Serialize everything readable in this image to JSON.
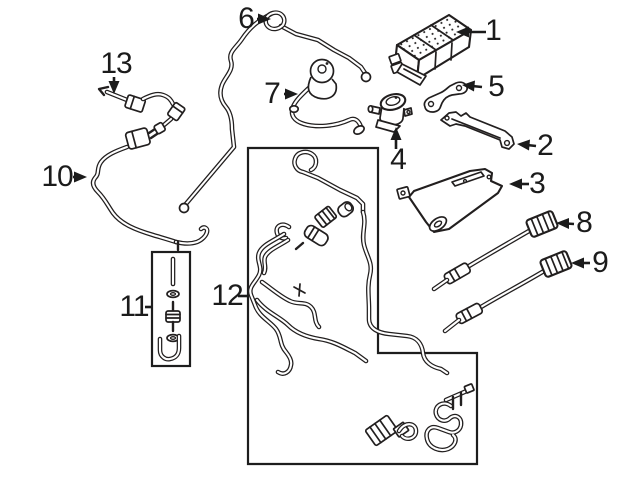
{
  "figure": {
    "type": "exploded-parts-diagram",
    "background_color": "#ffffff",
    "line_color": "#221f1f",
    "callouts": [
      {
        "label": "1"
      },
      {
        "label": "2"
      },
      {
        "label": "3"
      },
      {
        "label": "4"
      },
      {
        "label": "5"
      },
      {
        "label": "6"
      },
      {
        "label": "7"
      },
      {
        "label": "8"
      },
      {
        "label": "9"
      },
      {
        "label": "10"
      },
      {
        "label": "11"
      },
      {
        "label": "12"
      },
      {
        "label": "13"
      }
    ]
  }
}
